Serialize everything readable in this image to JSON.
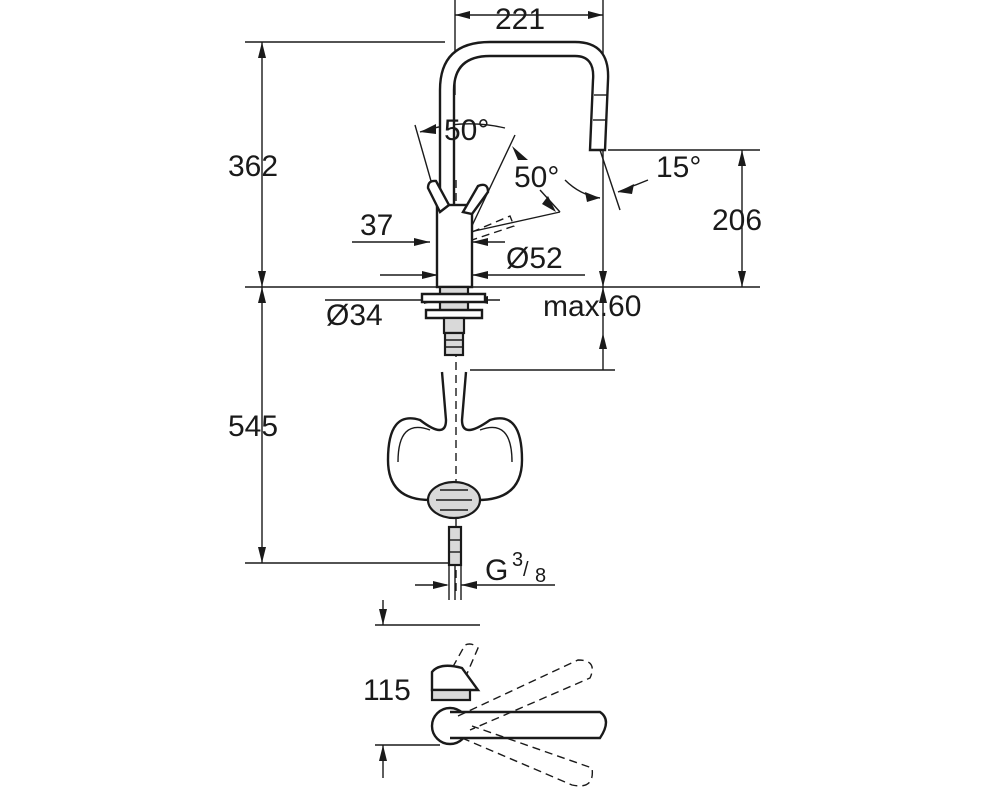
{
  "dimensions": {
    "spout_reach": "221",
    "total_height": "362",
    "spout_height": "206",
    "lever_angle_front": "50°",
    "lever_angle_side": "50°",
    "spout_tilt_angle": "15°",
    "lever_offset": "37",
    "body_diameter": "Ø52",
    "mount_diameter": "Ø34",
    "max_deck_thickness": "max.60",
    "hose_length": "545",
    "connection_thread": "G",
    "thread_numerator": "3",
    "thread_denominator": "8",
    "top_view_depth": "115"
  }
}
